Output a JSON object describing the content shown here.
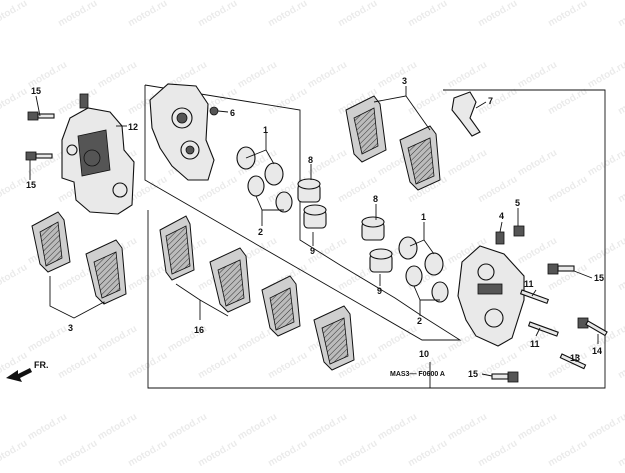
{
  "diagram": {
    "code": "MAS3— F0600 A",
    "direction_label": "FR.",
    "watermark": "motod.ru",
    "callouts": {
      "c1a": "1",
      "c1b": "1",
      "c2a": "2",
      "c2b": "2",
      "c3a": "3",
      "c3b": "3",
      "c4": "4",
      "c5": "5",
      "c6": "6",
      "c7": "7",
      "c8a": "8",
      "c8b": "8",
      "c9a": "9",
      "c9b": "9",
      "c10": "10",
      "c11a": "11",
      "c11b": "11",
      "c12": "12",
      "c13": "13",
      "c14": "14",
      "c15a": "15",
      "c15b": "15",
      "c15c": "15",
      "c15d": "15",
      "c16": "16"
    }
  }
}
